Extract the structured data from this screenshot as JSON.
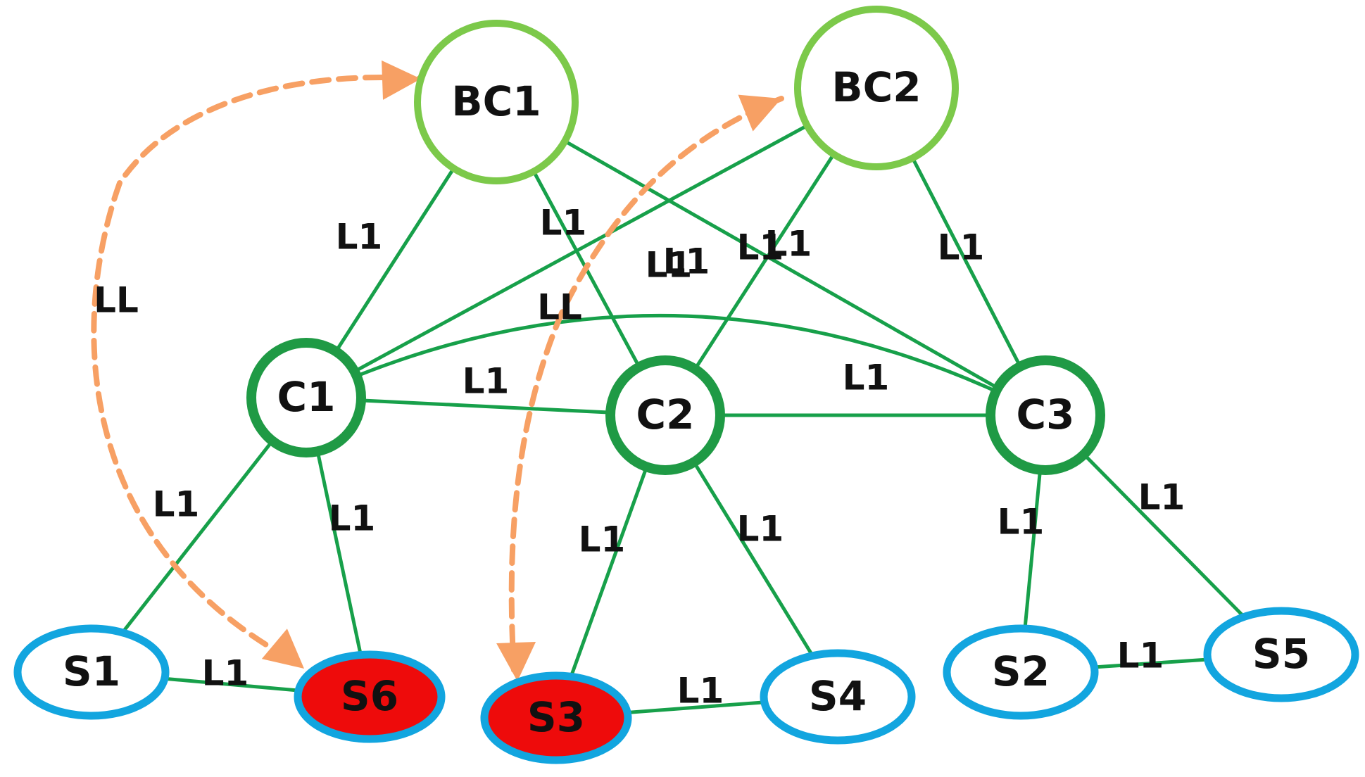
{
  "colors": {
    "edge": "#17a04a",
    "backbone_ring": "#7cc94a",
    "cluster_ring": "#1f9a45",
    "sensor_ring": "#12a5df",
    "highlight_fill": "#ee0b0b",
    "node_fill": "#ffffff",
    "arrow": "#f7a064",
    "text": "#111111"
  },
  "nodes": [
    {
      "id": "BC1",
      "label": "BC1",
      "kind": "backbone",
      "highlight": false
    },
    {
      "id": "BC2",
      "label": "BC2",
      "kind": "backbone",
      "highlight": false
    },
    {
      "id": "C1",
      "label": "C1",
      "kind": "cluster",
      "highlight": false
    },
    {
      "id": "C2",
      "label": "C2",
      "kind": "cluster",
      "highlight": false
    },
    {
      "id": "C3",
      "label": "C3",
      "kind": "cluster",
      "highlight": false
    },
    {
      "id": "S1",
      "label": "S1",
      "kind": "sensor",
      "highlight": false
    },
    {
      "id": "S6",
      "label": "S6",
      "kind": "sensor",
      "highlight": true
    },
    {
      "id": "S3",
      "label": "S3",
      "kind": "sensor",
      "highlight": true
    },
    {
      "id": "S4",
      "label": "S4",
      "kind": "sensor",
      "highlight": false
    },
    {
      "id": "S2",
      "label": "S2",
      "kind": "sensor",
      "highlight": false
    },
    {
      "id": "S5",
      "label": "S5",
      "kind": "sensor",
      "highlight": false
    }
  ],
  "edges": [
    {
      "from": "BC1",
      "to": "C1",
      "label": "L1"
    },
    {
      "from": "BC1",
      "to": "C2",
      "label": "L1"
    },
    {
      "from": "BC1",
      "to": "C3",
      "label": "L1"
    },
    {
      "from": "BC2",
      "to": "C1",
      "label": "L1"
    },
    {
      "from": "BC2",
      "to": "C2",
      "label": "L1"
    },
    {
      "from": "BC2",
      "to": "C3",
      "label": "L1"
    },
    {
      "from": "C1",
      "to": "C3",
      "label": "L1"
    },
    {
      "from": "C1",
      "to": "C2",
      "label": "L1"
    },
    {
      "from": "C2",
      "to": "C3",
      "label": "L1"
    },
    {
      "from": "C1",
      "to": "S1",
      "label": "L1"
    },
    {
      "from": "C1",
      "to": "S6",
      "label": "L1"
    },
    {
      "from": "C2",
      "to": "S3",
      "label": "L1"
    },
    {
      "from": "C2",
      "to": "S4",
      "label": "L1"
    },
    {
      "from": "C3",
      "to": "S2",
      "label": "L1"
    },
    {
      "from": "C3",
      "to": "S5",
      "label": "L1"
    },
    {
      "from": "S1",
      "to": "S6",
      "label": "L1"
    },
    {
      "from": "S3",
      "to": "S4",
      "label": "L1"
    },
    {
      "from": "S2",
      "to": "S5",
      "label": "L1"
    }
  ],
  "long_links": [
    {
      "from": "S6",
      "to": "BC1",
      "label": "LL"
    },
    {
      "from": "S3",
      "to": "BC2",
      "label": "LL"
    }
  ]
}
